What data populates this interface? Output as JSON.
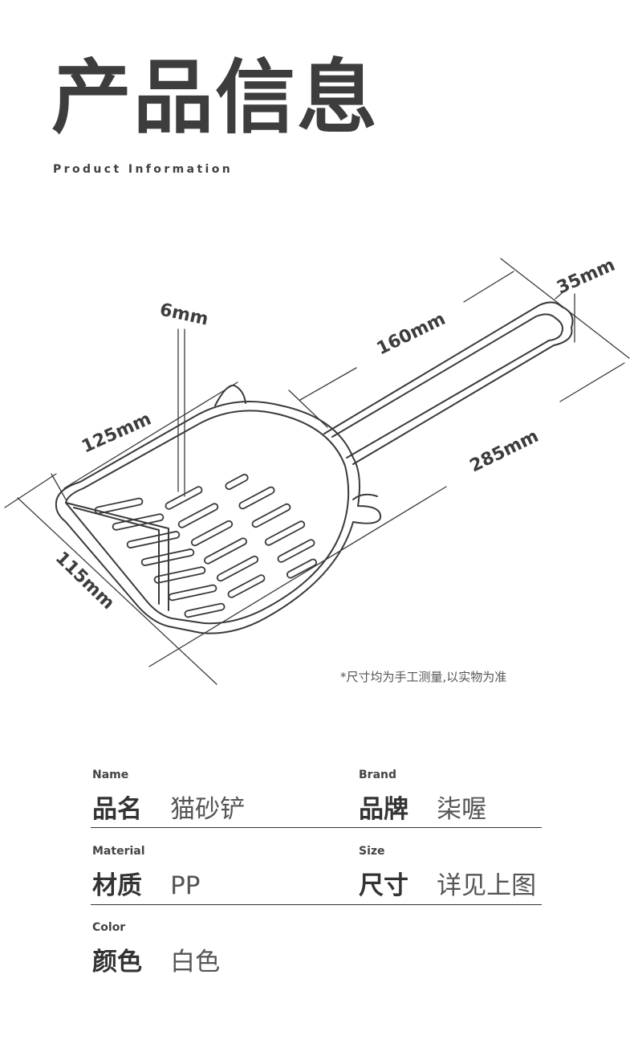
{
  "header": {
    "title": "产品信息",
    "subtitle": "Product Information"
  },
  "dimensions": {
    "bar_gap": "6mm",
    "scoop_length": "125mm",
    "scoop_width": "115mm",
    "handle_length": "160mm",
    "handle_end_width": "35mm",
    "total_length": "285mm"
  },
  "note": "*尺寸均为手工测量,以实物为准",
  "specs": {
    "name": {
      "en": "Name",
      "cn": "品名",
      "value": "猫砂铲"
    },
    "brand": {
      "en": "Brand",
      "cn": "品牌",
      "value": "柒喔"
    },
    "material": {
      "en": "Material",
      "cn": "材质",
      "value": "PP"
    },
    "size": {
      "en": "Size",
      "cn": "尺寸",
      "value": "详见上图"
    },
    "color": {
      "en": "Color",
      "cn": "颜色",
      "value": "白色"
    }
  },
  "colors": {
    "line": "#3a3a3a",
    "text": "#3d3d3d"
  }
}
